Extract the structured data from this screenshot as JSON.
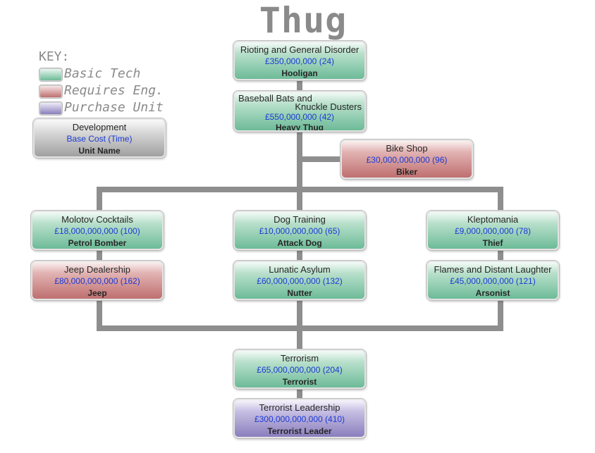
{
  "title": "Thug",
  "key": {
    "heading": "KEY:",
    "items": [
      {
        "label": "Basic Tech",
        "type": "basic"
      },
      {
        "label": "Requires Eng.",
        "type": "eng"
      },
      {
        "label": "Purchase Unit",
        "type": "purchase"
      }
    ],
    "example": {
      "development": "Development",
      "cost": "Base Cost (Time)",
      "unit": "Unit Name"
    }
  },
  "colors": {
    "basic": "#6dbb98",
    "eng": "#bf6f6f",
    "purchase": "#8a7fbd",
    "connector": "#8e8e8e",
    "cost_text": "#1a3ad6",
    "title": "#8a8a8a"
  },
  "nodes": {
    "rioting": {
      "development": "Rioting and General Disorder",
      "cost": "£350,000,000 (24)",
      "unit": "Hooligan",
      "type": "basic"
    },
    "baseball": {
      "development_line1": "Baseball Bats and",
      "development_line2": "Knuckle Dusters",
      "cost": "£550,000,000 (42)",
      "unit": "Heavy Thug",
      "type": "basic"
    },
    "bikeshop": {
      "development": "Bike Shop",
      "cost": "£30,000,000,000 (96)",
      "unit": "Biker",
      "type": "eng"
    },
    "molotov": {
      "development": "Molotov Cocktails",
      "cost": "£18,000,000,000 (100)",
      "unit": "Petrol Bomber",
      "type": "basic"
    },
    "dog": {
      "development": "Dog Training",
      "cost": "£10,000,000,000 (65)",
      "unit": "Attack Dog",
      "type": "basic"
    },
    "klepto": {
      "development": "Kleptomania",
      "cost": "£9,000,000,000 (78)",
      "unit": "Thief",
      "type": "basic"
    },
    "jeep": {
      "development": "Jeep Dealership",
      "cost": "£80,000,000,000 (162)",
      "unit": "Jeep",
      "type": "eng"
    },
    "asylum": {
      "development": "Lunatic Asylum",
      "cost": "£60,000,000,000 (132)",
      "unit": "Nutter",
      "type": "basic"
    },
    "flames": {
      "development": "Flames and Distant Laughter",
      "cost": "£45,000,000,000 (121)",
      "unit": "Arsonist",
      "type": "basic"
    },
    "terrorism": {
      "development": "Terrorism",
      "cost": "£65,000,000,000 (204)",
      "unit": "Terrorist",
      "type": "basic"
    },
    "leadership": {
      "development": "Terrorist Leadership",
      "cost": "£300,000,000,000 (410)",
      "unit": "Terrorist Leader",
      "type": "purchase"
    }
  }
}
